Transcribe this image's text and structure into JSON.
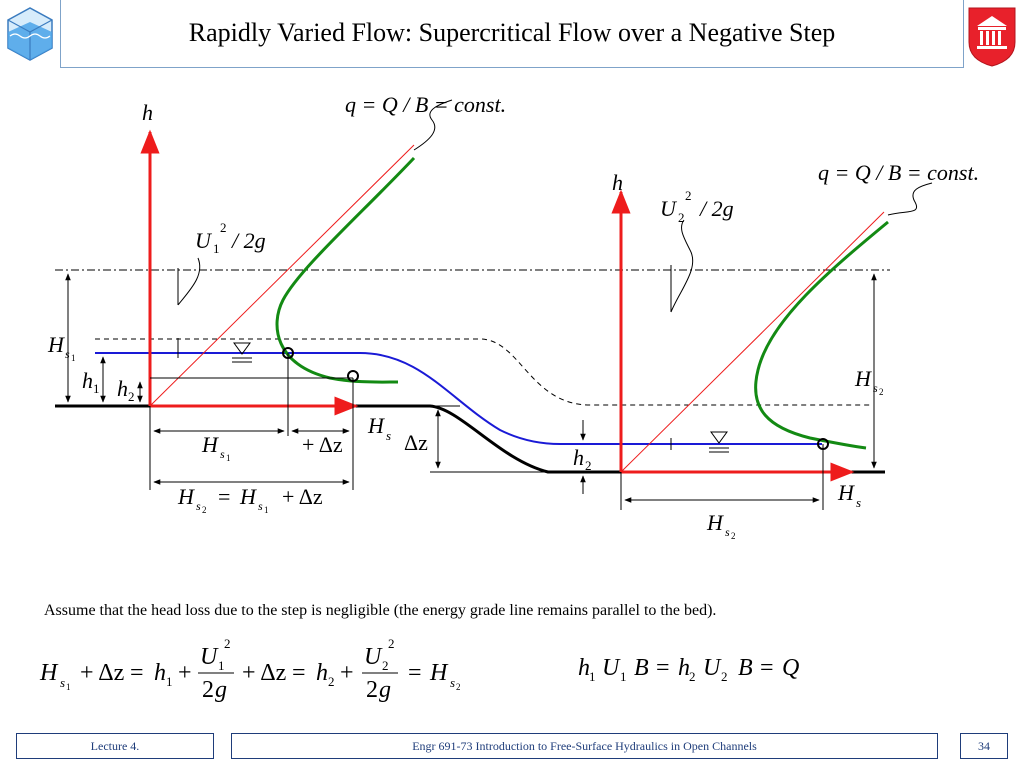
{
  "header": {
    "title": "Rapidly Varied Flow: Supercritical Flow over a Negative Step"
  },
  "note": "Assume that the head loss due to the step is negligible (the energy grade line remains parallel to the bed).",
  "footer": {
    "lecture": "Lecture 4.",
    "course": "Engr 691-73 Introduction to Free-Surface Hydraulics in Open Channels",
    "page": "34"
  },
  "diagram_labels": {
    "h": "h",
    "Hs": "H",
    "s": "s",
    "one": "1",
    "two": "2",
    "U": "U",
    "g2": "/ 2g",
    "q": "q = Q / B = const.",
    "dz": "Δz",
    "plus_dz": "+ Δz",
    "eq": "=",
    "plus": "+",
    "h1": "h",
    "h2": "h"
  },
  "colors": {
    "axis": "#ee1c1c",
    "surface": "#1a1ad6",
    "curve": "#138a13",
    "header_border": "#7fa3c9",
    "footer": "#1f3d7a"
  }
}
